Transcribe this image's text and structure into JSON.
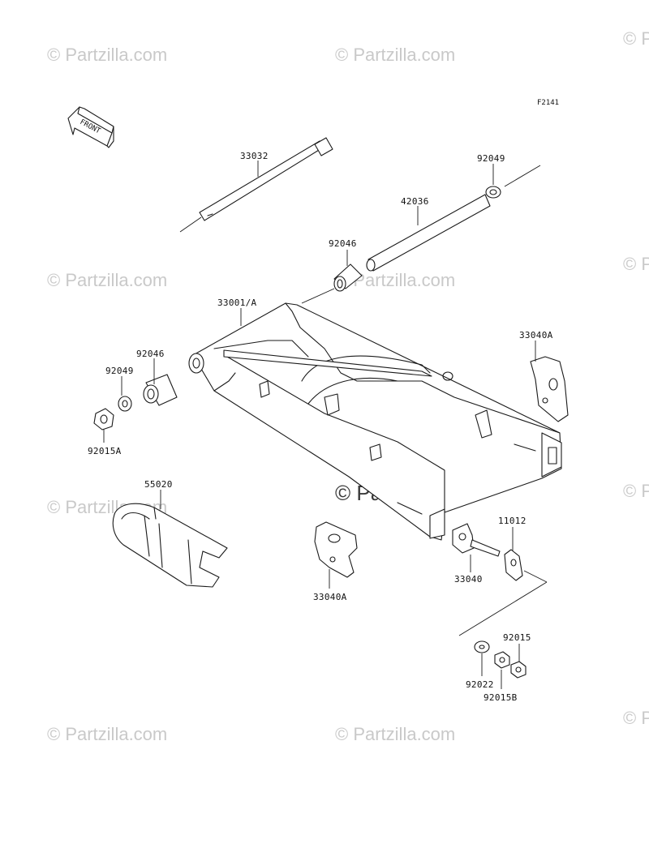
{
  "diagram": {
    "figure_code": "F2141",
    "front_label": "FRONT",
    "watermark": "© Partzilla.com",
    "watermark_center": "© Partzilla.com"
  },
  "parts": {
    "p33032": "33032",
    "p92049_top": "92049",
    "p42036": "42036",
    "p92046_top": "92046",
    "p33001": "33001/A",
    "p33040A_right": "33040A",
    "p92046_left": "92046",
    "p92049_left": "92049",
    "p92015A": "92015A",
    "p55020": "55020",
    "p11012": "11012",
    "p33040": "33040",
    "p33040A_bottom": "33040A",
    "p92015": "92015",
    "p92022": "92022",
    "p92015B": "92015B"
  }
}
